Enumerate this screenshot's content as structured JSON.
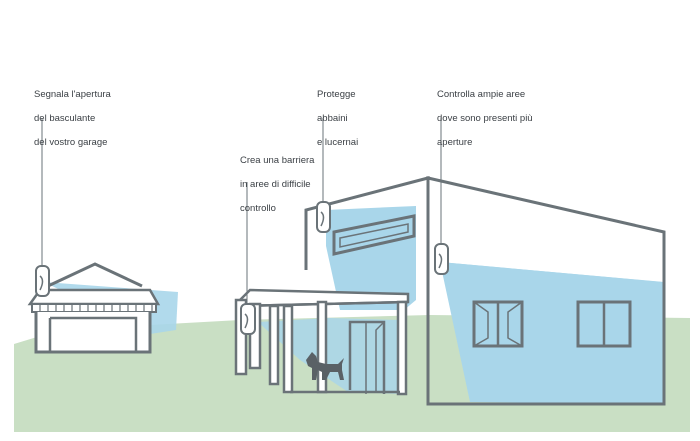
{
  "callouts": {
    "garage": {
      "lines": [
        "Segnala l'apertura",
        "del basculante",
        "del vostro garage"
      ]
    },
    "skylight": {
      "lines": [
        "Protegge",
        "abbaini",
        "e lucernai"
      ]
    },
    "wide_area": {
      "lines": [
        "Controlla ampie aree",
        "dove sono presenti più",
        "aperture"
      ]
    },
    "barrier": {
      "lines": [
        "Crea una barriera",
        "in aree di difficile",
        "controllo"
      ]
    }
  },
  "colors": {
    "ground": "#c9dfc4",
    "detection": "#a9d6ea",
    "outline": "#6a7378",
    "window": "#a9d6ea",
    "dog": "#5a6166",
    "sensor": "#ffffff",
    "text": "#3a3f44"
  },
  "icons": [
    "garage",
    "house",
    "pergola",
    "dog",
    "motion-sensor",
    "curtain-sensor"
  ]
}
